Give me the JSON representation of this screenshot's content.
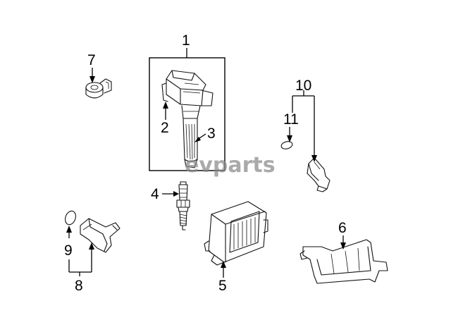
{
  "callouts": {
    "c1": "1",
    "c2": "2",
    "c3": "3",
    "c4": "4",
    "c5": "5",
    "c6": "6",
    "c7": "7",
    "c8": "8",
    "c9": "9",
    "c10": "10",
    "c11": "11"
  },
  "watermark": "evparts",
  "icons": [
    "ignition-coil-icon",
    "spark-plug-icon",
    "engine-control-module-icon",
    "mounting-bracket-icon",
    "knock-sensor-icon",
    "position-sensor-icon",
    "o-ring-icon"
  ]
}
